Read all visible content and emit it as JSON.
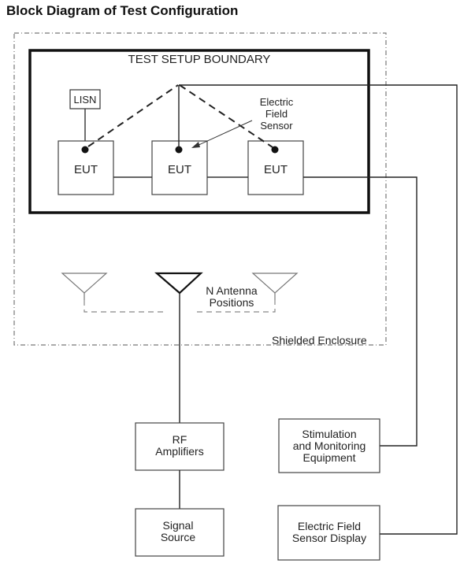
{
  "title": "Block Diagram of Test Configuration",
  "diagram": {
    "test_setup_boundary": "TEST SETUP BOUNDARY",
    "lisn": "LISN",
    "eut_labels": [
      "EUT",
      "EUT",
      "EUT"
    ],
    "sensor_label": [
      "Electric",
      "Field",
      "Sensor"
    ],
    "antenna_label": [
      "N Antenna",
      "Positions"
    ],
    "shielded_enclosure": "Shielded Enclosure",
    "rf_amplifiers": [
      "RF",
      "Amplifiers"
    ],
    "signal_source": [
      "Signal",
      "Source"
    ],
    "stimulation": [
      "Stimulation",
      "and Monitoring",
      "Equipment"
    ],
    "sensor_display": [
      "Electric Field",
      "Sensor Display"
    ]
  }
}
